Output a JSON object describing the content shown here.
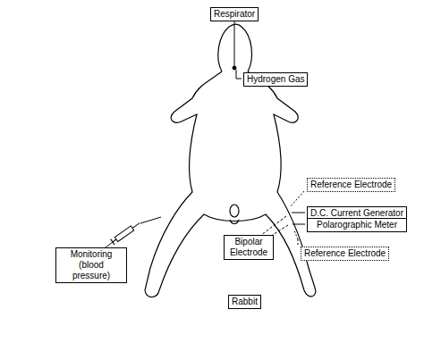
{
  "diagram": {
    "nodes": [
      {
        "text": [
          "Respirator"
        ]
      },
      {
        "text": [
          "Hydrogen Gas"
        ]
      },
      {
        "text": [
          "Reference Electrode"
        ]
      },
      {
        "text": [
          "D.C. Current Generator"
        ]
      },
      {
        "text": [
          "Polarographic Meter"
        ]
      },
      {
        "text": [
          "Monitoring (blood pressure)"
        ]
      },
      {
        "text": [
          "Bipolar Electrode"
        ]
      },
      {
        "text": [
          "Reference Electrode"
        ]
      },
      {
        "text": [
          "Rabbit"
        ]
      }
    ]
  }
}
